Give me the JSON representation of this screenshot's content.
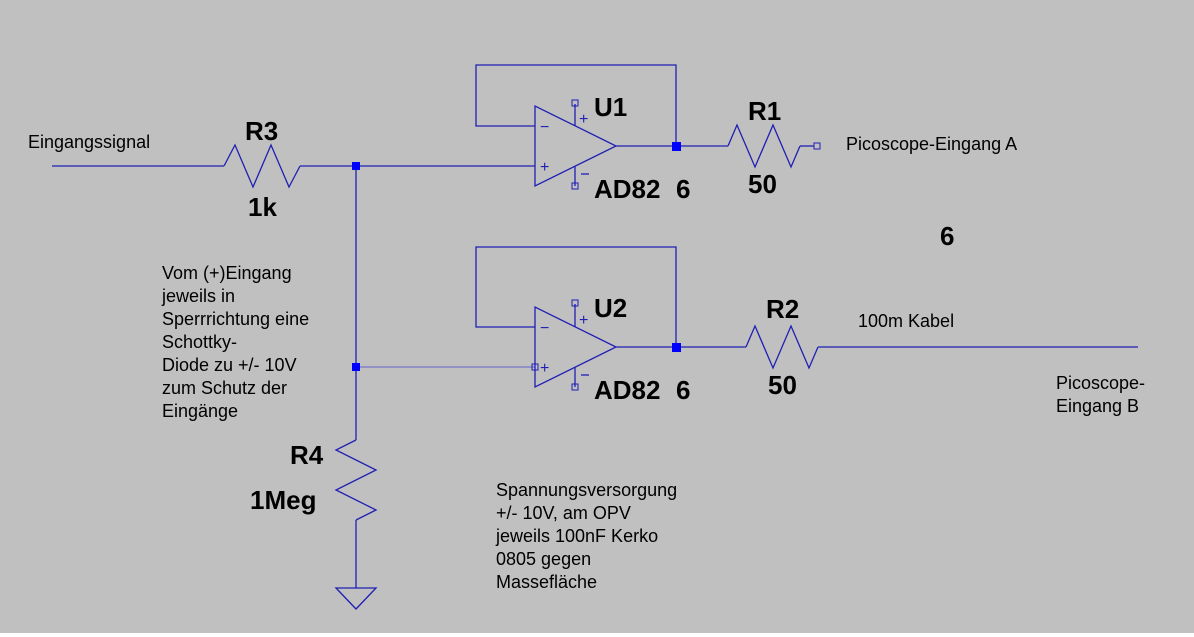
{
  "labels": {
    "input_signal": "Eingangssignal",
    "output_a": "Picoscope-Eingang A",
    "output_b_line1": "Picoscope-",
    "output_b_line2": "Eingang B",
    "cable": "100m Kabel",
    "stray_six": "6"
  },
  "notes": {
    "protection": [
      "Vom (+)Eingang",
      "jeweils in",
      "Sperrrichtung eine",
      "Schottky-",
      "Diode zu +/- 10V",
      "zum Schutz der",
      "Eingänge"
    ],
    "supply": [
      "Spannungsversorgung",
      "+/- 10V, am OPV",
      "jeweils 100nF Kerko",
      "0805 gegen",
      "Massefläche"
    ]
  },
  "components": {
    "r1": {
      "ref": "R1",
      "value": "50"
    },
    "r2": {
      "ref": "R2",
      "value": "50"
    },
    "r3": {
      "ref": "R3",
      "value": "1k"
    },
    "r4": {
      "ref": "R4",
      "value": "1Meg"
    },
    "u1": {
      "ref": "U1",
      "value_a": "AD82",
      "value_b": "6"
    },
    "u2": {
      "ref": "U2",
      "value_a": "AD82",
      "value_b": "6"
    }
  },
  "opamp_pins": {
    "minus": "−",
    "plus": "+"
  },
  "colors": {
    "wire": "#1f1fb4",
    "junction": "#0000ff",
    "background": "#c0c0c0"
  }
}
